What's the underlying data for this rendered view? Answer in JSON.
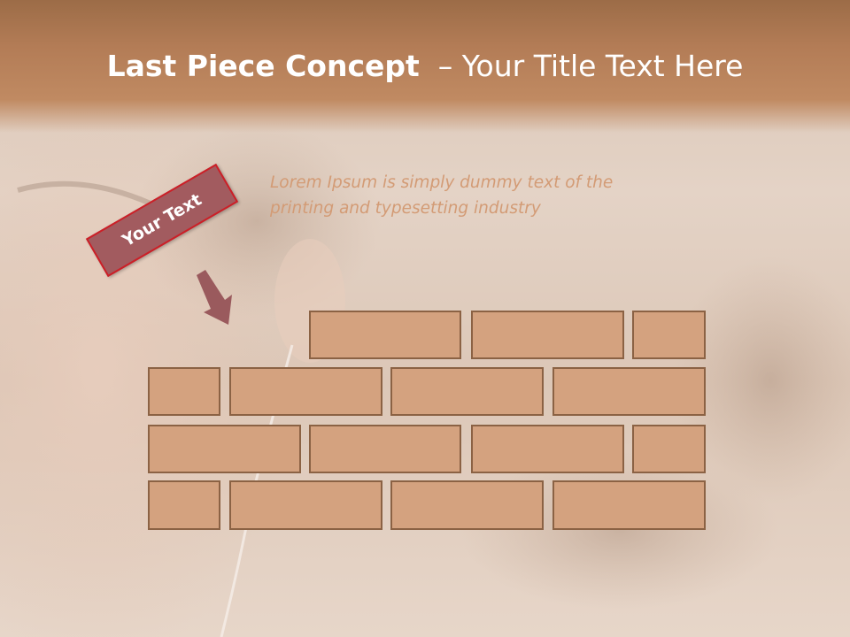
{
  "slide": {
    "title_bold": "Last Piece Concept",
    "title_rest": "– Your Title Text Here",
    "body_text": "Lorem Ipsum is simply dummy text of the printing and typesetting industry",
    "tag_label": "Your Text"
  },
  "colors": {
    "header": "#b37c56",
    "brick_fill": "#d4a27f",
    "brick_border": "#8b6244",
    "tag_fill": "#a25b5f",
    "tag_border": "#cc1f27",
    "arrow": "#9a5a5d",
    "body_text": "#d39b75"
  },
  "icons": {
    "pointer": "arrow-down-right-icon"
  },
  "wall": {
    "row_counts": [
      3,
      4,
      4,
      4
    ],
    "total_bricks": 15
  }
}
